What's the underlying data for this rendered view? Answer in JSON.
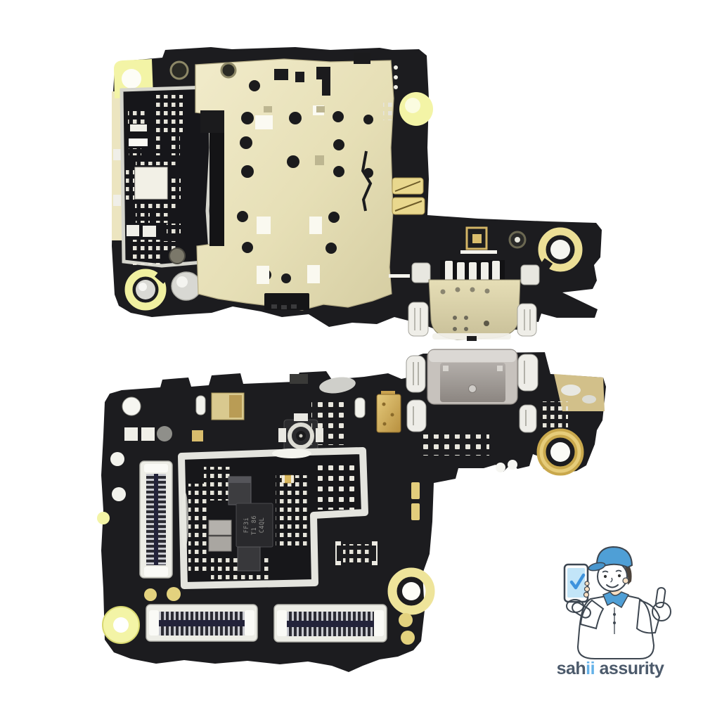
{
  "watermark": {
    "full_text": "sahii assurity",
    "segments": [
      {
        "text": "sah",
        "color": "#4c5a6b"
      },
      {
        "text": "ii",
        "color": "#64b1e8"
      },
      {
        "text": " assurity",
        "color": "#4c5a6b"
      }
    ]
  },
  "chip": {
    "full_marking": "FF3i T1 86 C4QL",
    "lines": [
      "FF3i",
      "T1 86",
      "C4QL"
    ]
  },
  "colors": {
    "pcb": "#1c1c1f",
    "shield": "#e7e0ba",
    "pad-yellow": "#f3f4a6",
    "gold": "#d9bd6d",
    "metal": "#b9b4af",
    "brand-dark": "#4c5a6b",
    "brand-blue": "#64b1e8",
    "shirt": "#69b4e8",
    "skin": "#f8dfc2",
    "cap": "#4f9fd6"
  }
}
